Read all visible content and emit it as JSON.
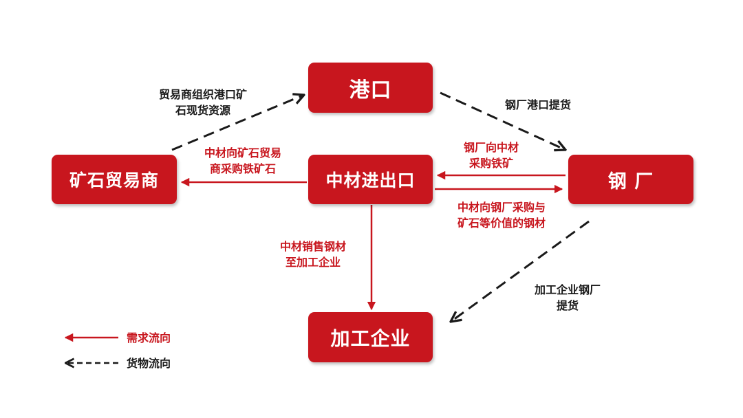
{
  "colors": {
    "node_fill": "#c8161e",
    "demand_line": "#c8161e",
    "goods_line": "#1a1a1a",
    "background": "#ffffff"
  },
  "nodes": {
    "port": "港口",
    "trader": "矿石贸易商",
    "sinosteel": "中材进出口",
    "steel_mill": "钢 厂",
    "processor": "加工企业"
  },
  "edges": {
    "trader_to_port": {
      "line1": "贸易商组织港口矿",
      "line2": "石现货资源",
      "style": "goods"
    },
    "port_to_mill": {
      "text": "钢厂港口提货",
      "style": "goods"
    },
    "sinosteel_to_trader": {
      "line1": "中材向矿石贸易",
      "line2": "商采购铁矿石",
      "style": "demand"
    },
    "mill_to_sinosteel": {
      "line1": "钢厂向中材",
      "line2": "采购铁矿",
      "style": "demand"
    },
    "sinosteel_to_mill": {
      "line1": "中材向钢厂采购与",
      "line2": "矿石等价值的钢材",
      "style": "demand"
    },
    "sinosteel_to_processor": {
      "line1": "中材销售钢材",
      "line2": "至加工企业",
      "style": "demand"
    },
    "mill_to_processor": {
      "line1": "加工企业钢厂",
      "line2": "提货",
      "style": "goods"
    }
  },
  "legend": {
    "demand_label": "需求流向",
    "goods_label": "货物流向"
  }
}
